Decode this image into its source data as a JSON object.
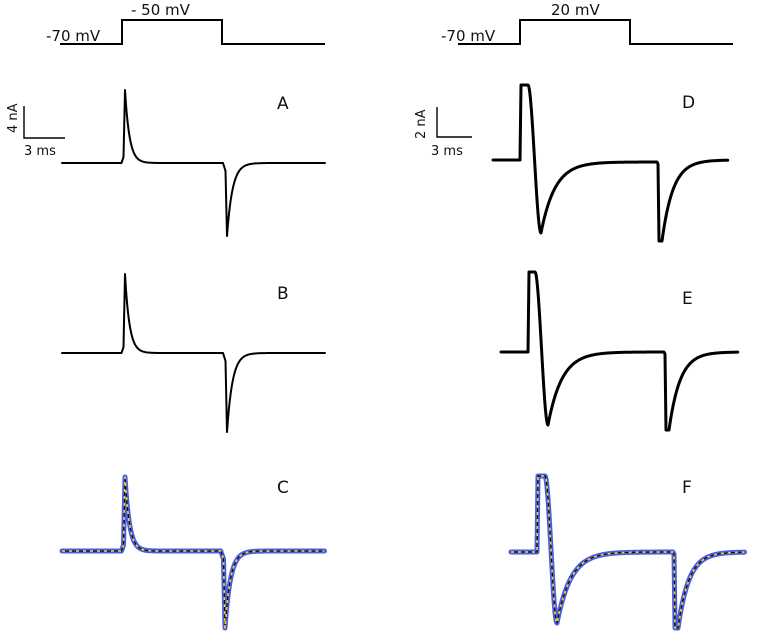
{
  "protocols": {
    "left": {
      "holding_label": "-70 mV",
      "step_label": "- 50 mV"
    },
    "right": {
      "holding_label": "-70 mV",
      "step_label": "20 mV"
    }
  },
  "scale_bars": {
    "left": {
      "current_label": "4 nA",
      "time_label": "3 ms"
    },
    "right": {
      "current_label": "2 nA",
      "time_label": "3 ms"
    }
  },
  "panels": {
    "A": {
      "letter": "A"
    },
    "B": {
      "letter": "B"
    },
    "C": {
      "letter": "C"
    },
    "D": {
      "letter": "D"
    },
    "E": {
      "letter": "E"
    },
    "F": {
      "letter": "F"
    }
  },
  "colors": {
    "trace": "#000000",
    "fit_overlay_blue": "#3a4fe0",
    "fit_overlay_yellow": "#f2d21b",
    "background": "#ffffff"
  }
}
